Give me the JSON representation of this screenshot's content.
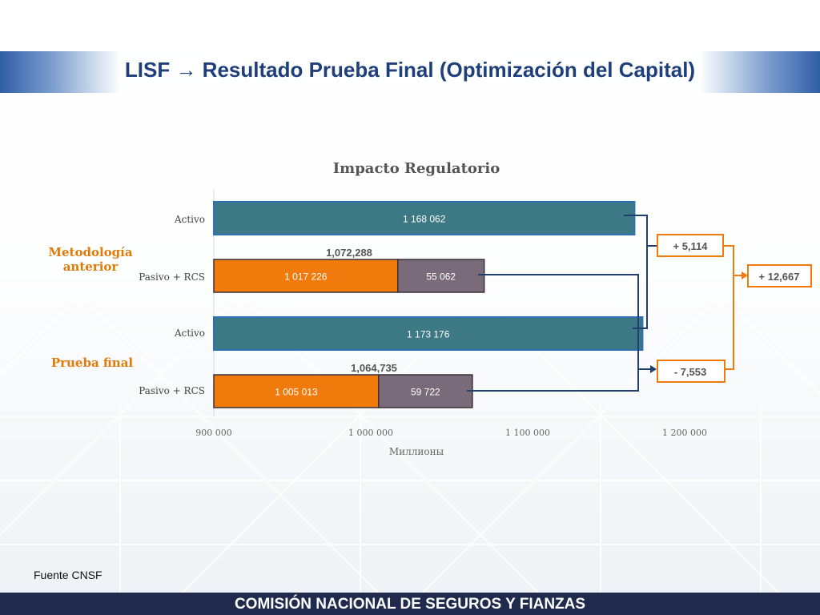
{
  "slide": {
    "title": "LISF → Resultado Prueba Final (Optimización del Capital)",
    "footer": "COMISIÓN NACIONAL DE SEGUROS Y FIANZAS",
    "source": "Fuente CNSF"
  },
  "colors": {
    "activo": "#3c7985",
    "pasivo": "#f07a0b",
    "rcs": "#7a6b7b",
    "activo_border": "#2f6fb3",
    "connector_dark": "#1f3f6e",
    "connector_orange": "#f07a0b",
    "group_label": "#e07b0a"
  },
  "chart_data": {
    "type": "bar",
    "orientation": "horizontal",
    "stacked": true,
    "title": "Impacto Regulatorio",
    "xlabel": "Миллионы",
    "xlim": [
      900000,
      1200000
    ],
    "x_ticks": [
      900000,
      1000000,
      1100000,
      1200000
    ],
    "x_tick_labels": [
      "900 000",
      "1 000 000",
      "1 100 000",
      "1 200 000"
    ],
    "groups": [
      {
        "name": "Metodología anterior",
        "bars": [
          {
            "category": "Activo",
            "segments": [
              {
                "series": "activo",
                "value": 1168062,
                "label": "1 168 062"
              }
            ]
          },
          {
            "category": "Pasivo + RCS",
            "total_label": "1,072,288",
            "segments": [
              {
                "series": "pasivo",
                "value": 1017226,
                "label": "1 017 226"
              },
              {
                "series": "rcs",
                "value": 55062,
                "label": "55 062"
              }
            ]
          }
        ]
      },
      {
        "name": "Prueba final",
        "bars": [
          {
            "category": "Activo",
            "segments": [
              {
                "series": "activo",
                "value": 1173176,
                "label": "1 173 176"
              }
            ]
          },
          {
            "category": "Pasivo + RCS",
            "total_label": "1,064,735",
            "segments": [
              {
                "series": "pasivo",
                "value": 1005013,
                "label": "1 005 013"
              },
              {
                "series": "rcs",
                "value": 59722,
                "label": "59 722"
              }
            ]
          }
        ]
      }
    ],
    "annotations": {
      "activo_diff": "+ 5,114",
      "pasivo_diff": "- 7,553",
      "total_diff": "+ 12,667"
    }
  }
}
